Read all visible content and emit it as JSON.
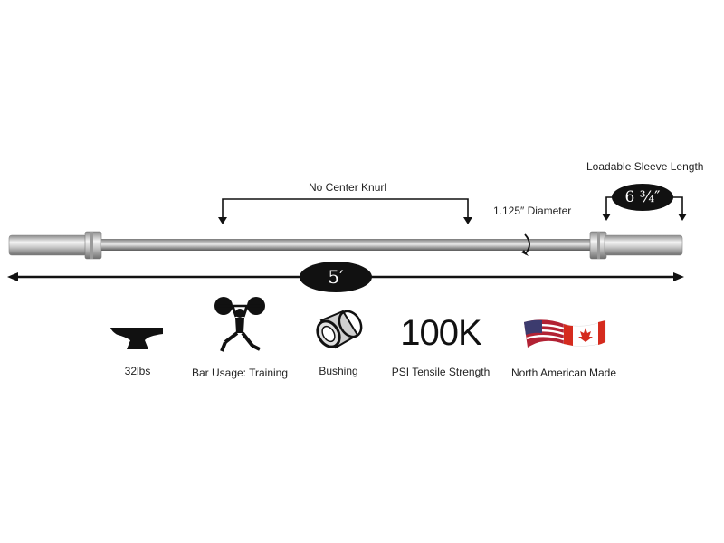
{
  "bar": {
    "sleeve_label": "Loadable Sleeve Length",
    "sleeve_value": "6 ¾″",
    "knurl_label": "No Center Knurl",
    "diameter_label": "1.125″ Diameter",
    "length_value": "5′"
  },
  "features": [
    {
      "icon": "anvil-icon",
      "caption": "32lbs"
    },
    {
      "icon": "weightlifter-icon",
      "caption": "Bar Usage: Training"
    },
    {
      "icon": "bushing-icon",
      "caption": "Bushing"
    },
    {
      "icon": "psi-100k-text",
      "value": "100K",
      "caption": "PSI Tensile Strength"
    },
    {
      "icon": "usa-canada-flag-icon",
      "caption": "North American Made"
    }
  ]
}
